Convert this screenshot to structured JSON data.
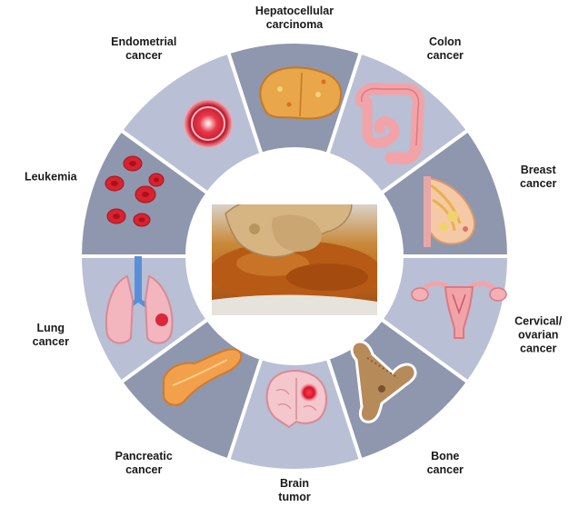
{
  "diagram": {
    "center": {
      "image": "ginger-turmeric-photo",
      "colors": {
        "ring_inner": "#ffffff",
        "ring_outer": "#3f4a5c"
      }
    },
    "colors": {
      "segment_light": "#b9bfd4",
      "segment_dark": "#8e97ad",
      "divider": "#ffffff"
    },
    "segments": [
      {
        "label": "Hepatocellular\ncarcinoma",
        "icon": "liver-icon"
      },
      {
        "label": "Colon\ncancer",
        "icon": "colon-icon"
      },
      {
        "label": "Breast\ncancer",
        "icon": "breast-icon"
      },
      {
        "label": "Cervical/\novarian\ncancer",
        "icon": "uterus-icon"
      },
      {
        "label": "Bone\ncancer",
        "icon": "bone-icon"
      },
      {
        "label": "Brain\ntumor",
        "icon": "brain-icon"
      },
      {
        "label": "Pancreatic\ncancer",
        "icon": "pancreas-icon"
      },
      {
        "label": "Lung\ncancer",
        "icon": "lungs-icon"
      },
      {
        "label": "Leukemia",
        "icon": "blood-cells-icon"
      },
      {
        "label": "Endometrial\ncancer",
        "icon": "endometrium-icon"
      }
    ]
  }
}
